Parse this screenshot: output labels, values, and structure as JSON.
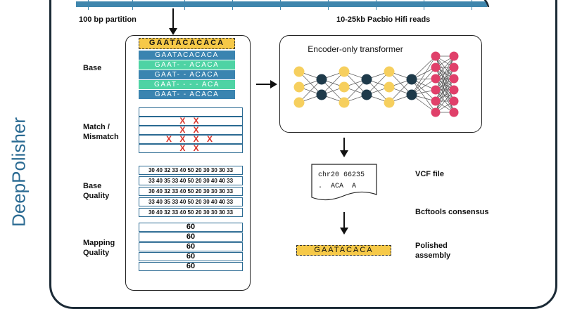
{
  "title": "DeepPolisher",
  "top_labels": {
    "left": "100 bp partition",
    "right": "10-25kb Pacbio Hifi reads"
  },
  "sections": {
    "base": "Base",
    "match_mismatch": [
      "Match /",
      "Mismatch"
    ],
    "base_quality": [
      "Base",
      "Quality"
    ],
    "mapping_quality": [
      "Mapping",
      "Quality"
    ]
  },
  "reference_sequence": "GAATACACACA",
  "reads": [
    {
      "text": "GAATACACACA",
      "tone": "dark"
    },
    {
      "text": "GAAT- - ACACA",
      "tone": "light"
    },
    {
      "text": "GAAT- - ACACA",
      "tone": "dark"
    },
    {
      "text": "GAAT- - - - ACA",
      "tone": "light"
    },
    {
      "text": "GAAT- - ACACA",
      "tone": "dark"
    }
  ],
  "mismatch_rows": [
    "",
    "X X",
    "X X",
    "X X X X",
    "X X"
  ],
  "base_quality_rows": [
    "30 40 32 33 40 50 20 30 30 30 33",
    "33 40 35 33 40 50 20 30 40 40 33",
    "30 40 32 33 40 50 20 30 30 30 33",
    "33 40 35 33 40 50 20 30 40 40 33",
    "30 40 32 33 40 50 20 30 30 30 33"
  ],
  "mapping_quality_rows": [
    "60",
    "60",
    "60",
    "60",
    "60"
  ],
  "transformer": {
    "title": "Encoder-only transformer",
    "colors": {
      "yellow": "#f6cf5e",
      "dark": "#1e3a4a",
      "red": "#e0406a",
      "edge": "#555555"
    }
  },
  "vcf": {
    "line1": "chr20 66235",
    "line2": ".  ACA  A",
    "label": "VCF file"
  },
  "bcftools_label": "Bcftools consensus",
  "polished": {
    "sequence": "GAATACACA",
    "label": [
      "Polished",
      "assembly"
    ]
  },
  "colors": {
    "frame": "#1b2a36",
    "blue": "#3f86ad",
    "read_dark": "#3a84b0",
    "read_light": "#4ed3a4",
    "highlight": "#f6c948",
    "mismatch": "#d9332a"
  }
}
